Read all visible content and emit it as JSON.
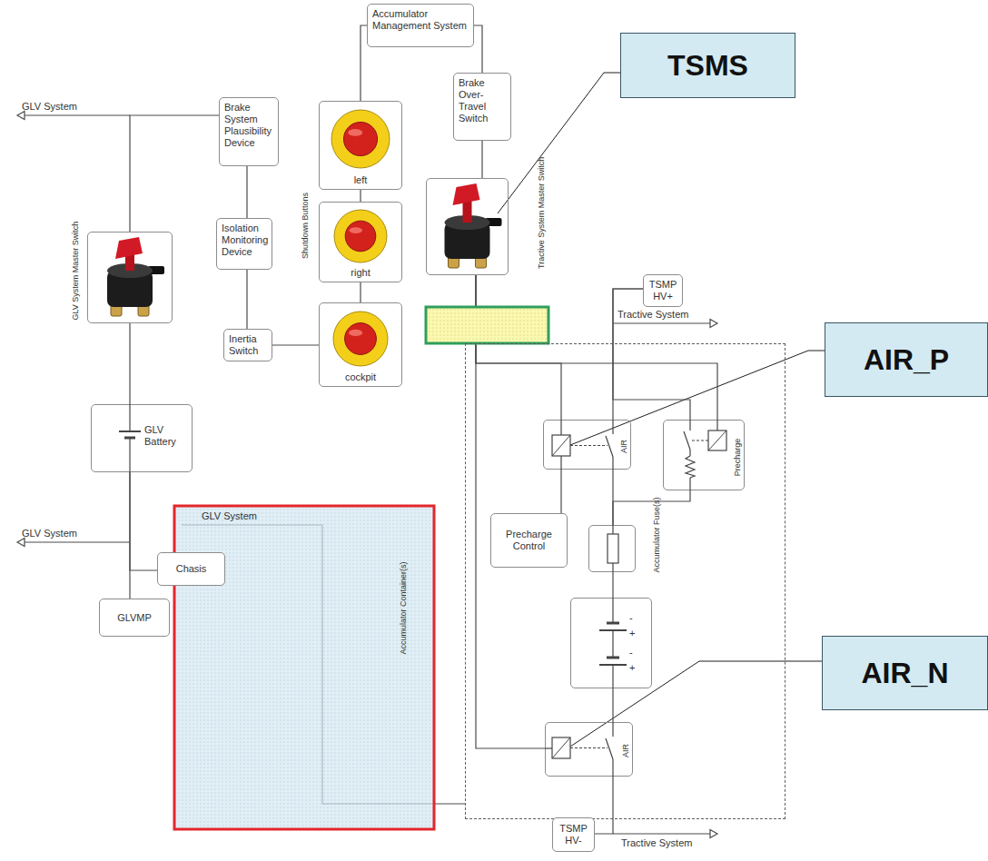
{
  "diagram": {
    "nodes": [
      {
        "text": [
          "Accumulator Management System"
        ]
      },
      {
        "text": [
          "TSMS"
        ]
      },
      {
        "text": [
          "Brake Over-Travel Switch"
        ]
      },
      {
        "text": [
          "Brake System Plausibility Device"
        ]
      },
      {
        "text": [
          "left"
        ]
      },
      {
        "text": [
          "Isolation Monitoring Device"
        ]
      },
      {
        "text": [
          "GLV System Master Switch"
        ]
      },
      {
        "text": [
          "right"
        ]
      },
      {
        "text": [
          "Tractive System Master Switch"
        ]
      },
      {
        "text": [
          "TSMP HV+"
        ]
      },
      {
        "text": [
          "Inertia Switch"
        ]
      },
      {
        "text": [
          "cockpit"
        ]
      },
      {
        "text": [
          "AIR_P"
        ]
      },
      {
        "text": [
          "Accumulator Container(s)"
        ]
      },
      {
        "text": [
          "AIR"
        ],
        "in": 13
      },
      {
        "text": [
          "Precharge"
        ],
        "in": 13
      },
      {
        "text": [
          "GLV Battery"
        ]
      },
      {
        "text": [
          "Precharge Control"
        ],
        "in": 13
      },
      {
        "text": [
          "Accumulator Fuse(s)"
        ],
        "in": 13
      },
      {
        "text": [
          "Chasis"
        ]
      },
      {
        "text": [
          "GLVMP"
        ]
      },
      {
        "text": [
          "-",
          "+",
          "-",
          "+"
        ],
        "in": 13
      },
      {
        "text": [
          "AIR_N"
        ]
      },
      {
        "text": [
          "AIR"
        ],
        "in": 13
      },
      {
        "text": [
          "TSMP HV-"
        ]
      }
    ],
    "edges": [
      {
        "from": 6,
        "to": 3,
        "arrow": "none"
      },
      {
        "from": 3,
        "to": 5,
        "arrow": "none"
      },
      {
        "from": 5,
        "to": 10,
        "arrow": "none"
      },
      {
        "from": 10,
        "to": 11,
        "arrow": "none"
      },
      {
        "from": 11,
        "to": 7,
        "arrow": "none"
      },
      {
        "from": 7,
        "to": 4,
        "arrow": "none"
      },
      {
        "from": 4,
        "to": 0,
        "arrow": "none"
      },
      {
        "from": 0,
        "to": 2,
        "arrow": "none"
      },
      {
        "from": 2,
        "to": 8,
        "arrow": "none"
      },
      {
        "from": 8,
        "to": 14,
        "arrow": "none"
      },
      {
        "from": 8,
        "to": 15,
        "arrow": "none"
      },
      {
        "from": 8,
        "to": 23,
        "arrow": "none"
      },
      {
        "from": 14,
        "to": 17,
        "arrow": "none"
      },
      {
        "from": 9,
        "to": 14,
        "arrow": "none"
      },
      {
        "from": 9,
        "to": 15,
        "arrow": "none"
      },
      {
        "from": 14,
        "to": 18,
        "arrow": "none"
      },
      {
        "from": 15,
        "to": 18,
        "arrow": "none"
      },
      {
        "from": 18,
        "to": 21,
        "arrow": "none"
      },
      {
        "from": 21,
        "to": 23,
        "arrow": "none"
      },
      {
        "from": 23,
        "to": 24,
        "arrow": "none"
      },
      {
        "from": 6,
        "to": 16,
        "arrow": "none"
      },
      {
        "from": 16,
        "to": 19,
        "arrow": "none"
      },
      {
        "from": 16,
        "to": 20,
        "arrow": "none"
      }
    ],
    "labels": [
      "GLV System",
      "Shutdown Buttons",
      "Tractive System",
      "GLV System",
      "GLV System",
      "Tractive System"
    ]
  }
}
